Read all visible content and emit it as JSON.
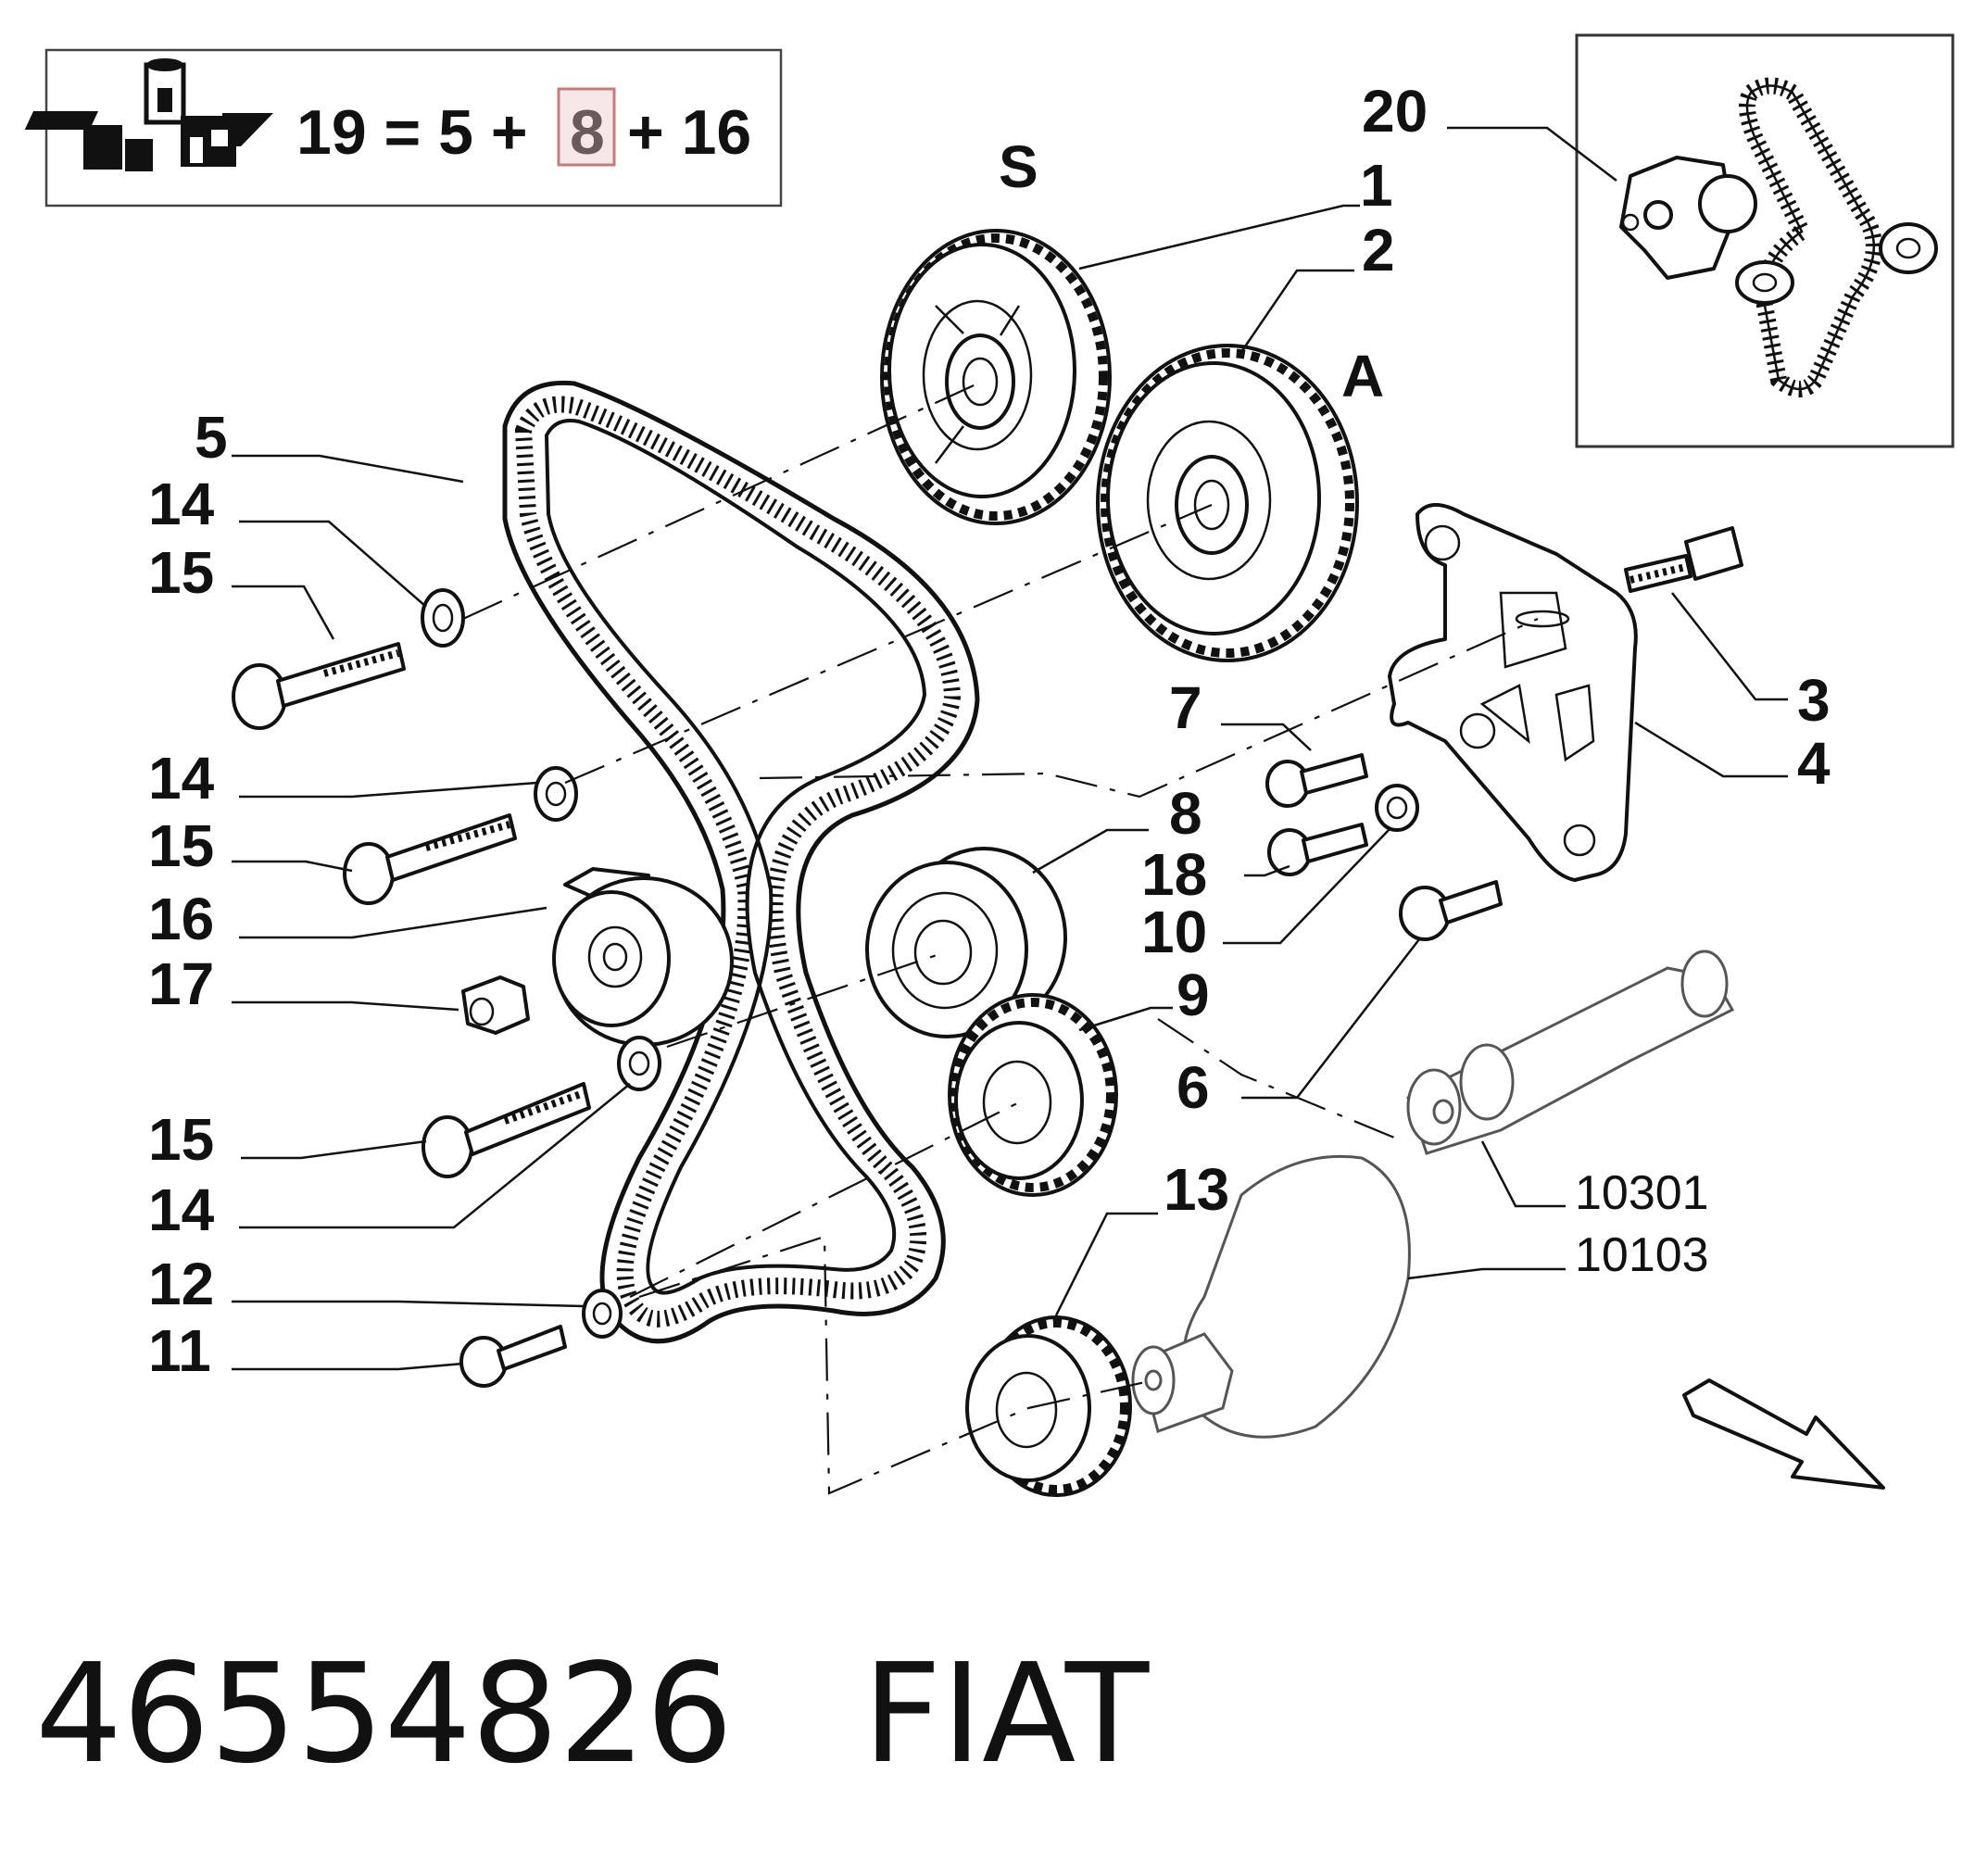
{
  "formula": {
    "lhs": "19 = 5 +",
    "highlighted": "8",
    "rhs": "+ 16",
    "highlight_color": "#c97a7a"
  },
  "labels": {
    "S": "S",
    "A": "A",
    "l1": "1",
    "l2": "2",
    "l3": "3",
    "l4": "4",
    "l5": "5",
    "l6": "6",
    "l7": "7",
    "l8": "8",
    "l9": "9",
    "l10": "10",
    "l11": "11",
    "l12": "12",
    "l13": "13",
    "l14a": "14",
    "l14b": "14",
    "l14c": "14",
    "l15a": "15",
    "l15b": "15",
    "l15c": "15",
    "l16": "16",
    "l17": "17",
    "l18": "18",
    "l20": "20",
    "l10301": "10301",
    "l10103": "10103"
  },
  "footer": {
    "part_number": "46554826",
    "brand": "FIAT"
  },
  "icons": {
    "kit": "kit-assembly-icon",
    "direction": "direction-arrow-icon"
  }
}
